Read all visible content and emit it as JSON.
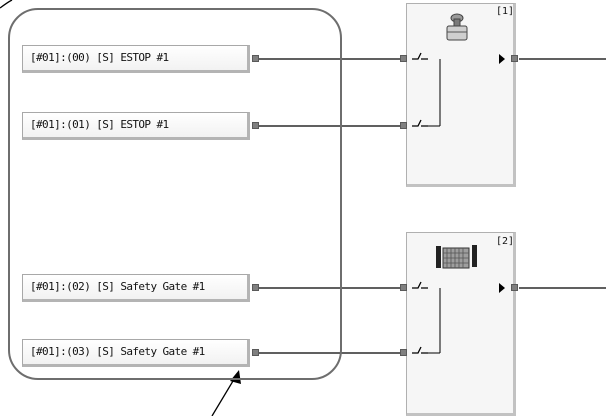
{
  "inputs": [
    {
      "label": "[#01]:(00) [S] ESTOP #1"
    },
    {
      "label": "[#01]:(01) [S] ESTOP #1"
    },
    {
      "label": "[#01]:(02) [S] Safety Gate #1"
    },
    {
      "label": "[#01]:(03) [S] Safety Gate #1"
    }
  ],
  "function_blocks": [
    {
      "number": "[1]",
      "icon": "emergency-stop-icon"
    },
    {
      "number": "[2]",
      "icon": "safety-gate-icon"
    }
  ],
  "colors": {
    "wire": "#000000",
    "port": "#808080",
    "outline": "#6e6e6e"
  }
}
